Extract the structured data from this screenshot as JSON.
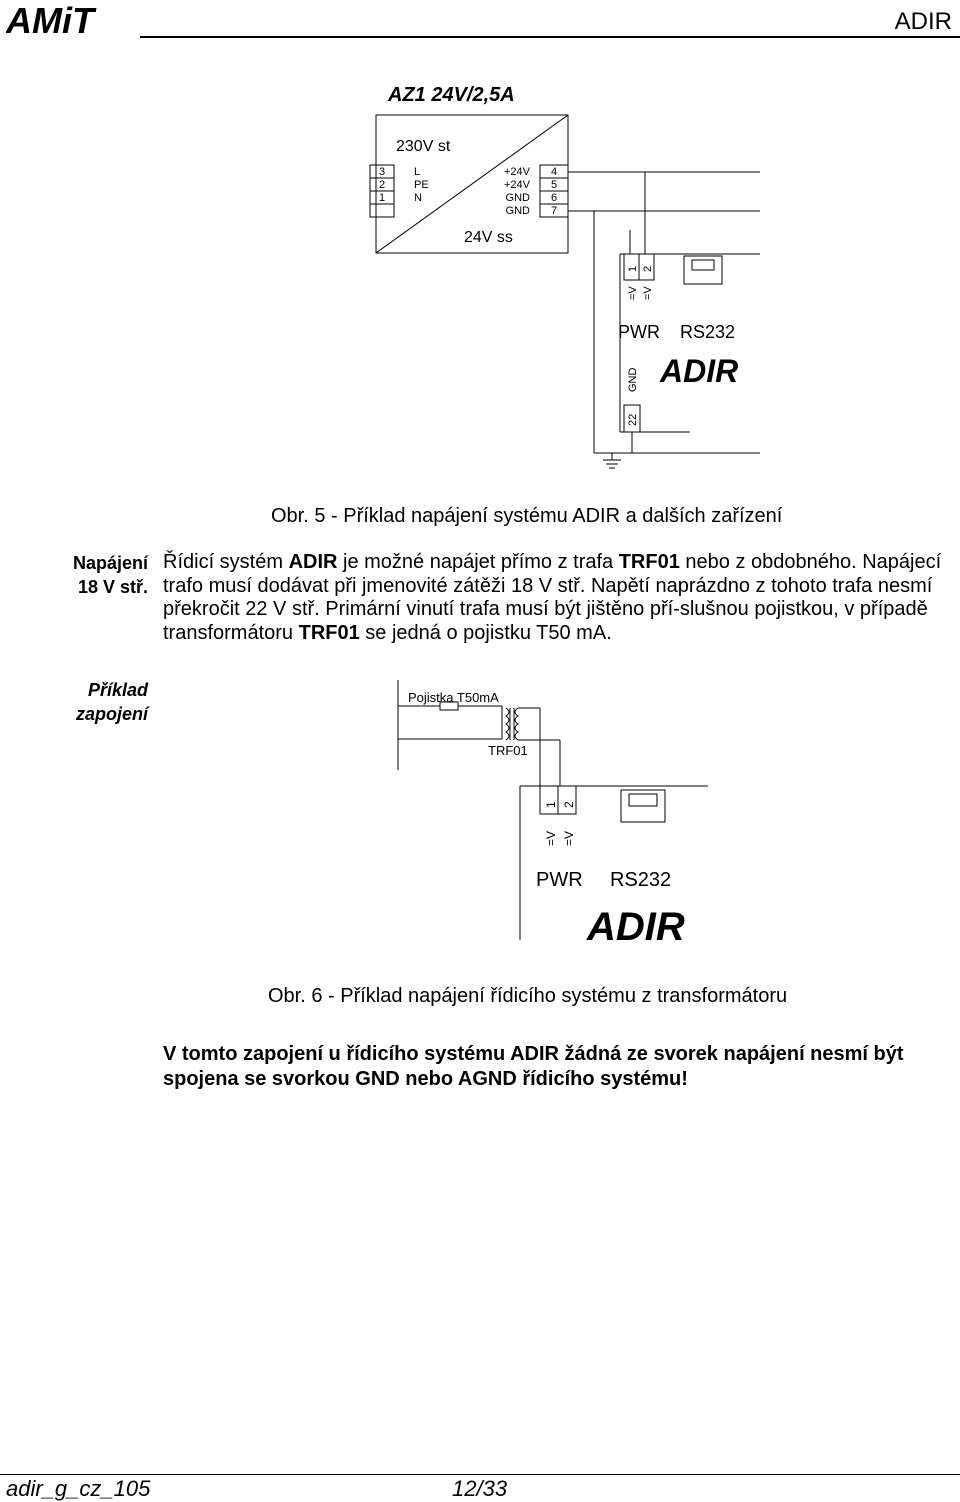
{
  "header": {
    "logo_text": "AMiT",
    "title": "ADIR"
  },
  "figure5": {
    "psu_title": "AZ1 24V/2,5A",
    "psu_input": "230V st",
    "psu_output": "24V ss",
    "left_terminals": [
      "3",
      "2",
      "1"
    ],
    "left_labels": [
      "L",
      "PE",
      "N"
    ],
    "right_labels": [
      "+24V",
      "+24V",
      "GND",
      "GND"
    ],
    "right_terminals": [
      "4",
      "5",
      "6",
      "7"
    ],
    "pwr_pins": [
      "1",
      "2"
    ],
    "pwr_pin_labels": [
      "=V",
      "=V"
    ],
    "pwr_label": "PWR",
    "rs232_label": "RS232",
    "device_name": "ADIR",
    "gnd_label": "GND",
    "gnd_pin": "22",
    "caption": "Obr. 5 - Příklad napájení systému ADIR a dalších zařízení"
  },
  "section1": {
    "heading_line1": "Napájení",
    "heading_line2": "18 V stř."
  },
  "paragraph": {
    "p1": "Řídicí systém ",
    "b1": "ADIR",
    "p2": " je možné napájet přímo z trafa ",
    "b2": "TRF01",
    "p3": " nebo z obdobného. Napájecí trafo musí dodávat při jmenovité zátěži 18 V stř. Napětí naprázdno z tohoto trafa nesmí překročit 22 V stř. Primární vinutí trafa musí být jištěno pří-slušnou pojistkou, v případě transformátoru ",
    "b3": "TRF01",
    "p4": " se jedná o pojistku T50 mA."
  },
  "section2": {
    "heading_line1": "Příklad",
    "heading_line2": "zapojení"
  },
  "figure6": {
    "fuse_label": "Pojistka T50mA",
    "transformer_label": "TRF01",
    "pwr_pins": [
      "1",
      "2"
    ],
    "pwr_pin_labels": [
      "=V",
      "=V"
    ],
    "pwr_label": "PWR",
    "rs232_label": "RS232",
    "device_name": "ADIR",
    "caption": "Obr. 6 - Příklad napájení řídicího systému z transformátoru"
  },
  "warning": "V tomto zapojení u řídicího systému ADIR žádná ze svorek napájení nesmí být spojena se svorkou GND nebo AGND řídicího systému!",
  "footer": {
    "doc_id": "adir_g_cz_105",
    "page": "12/33"
  }
}
